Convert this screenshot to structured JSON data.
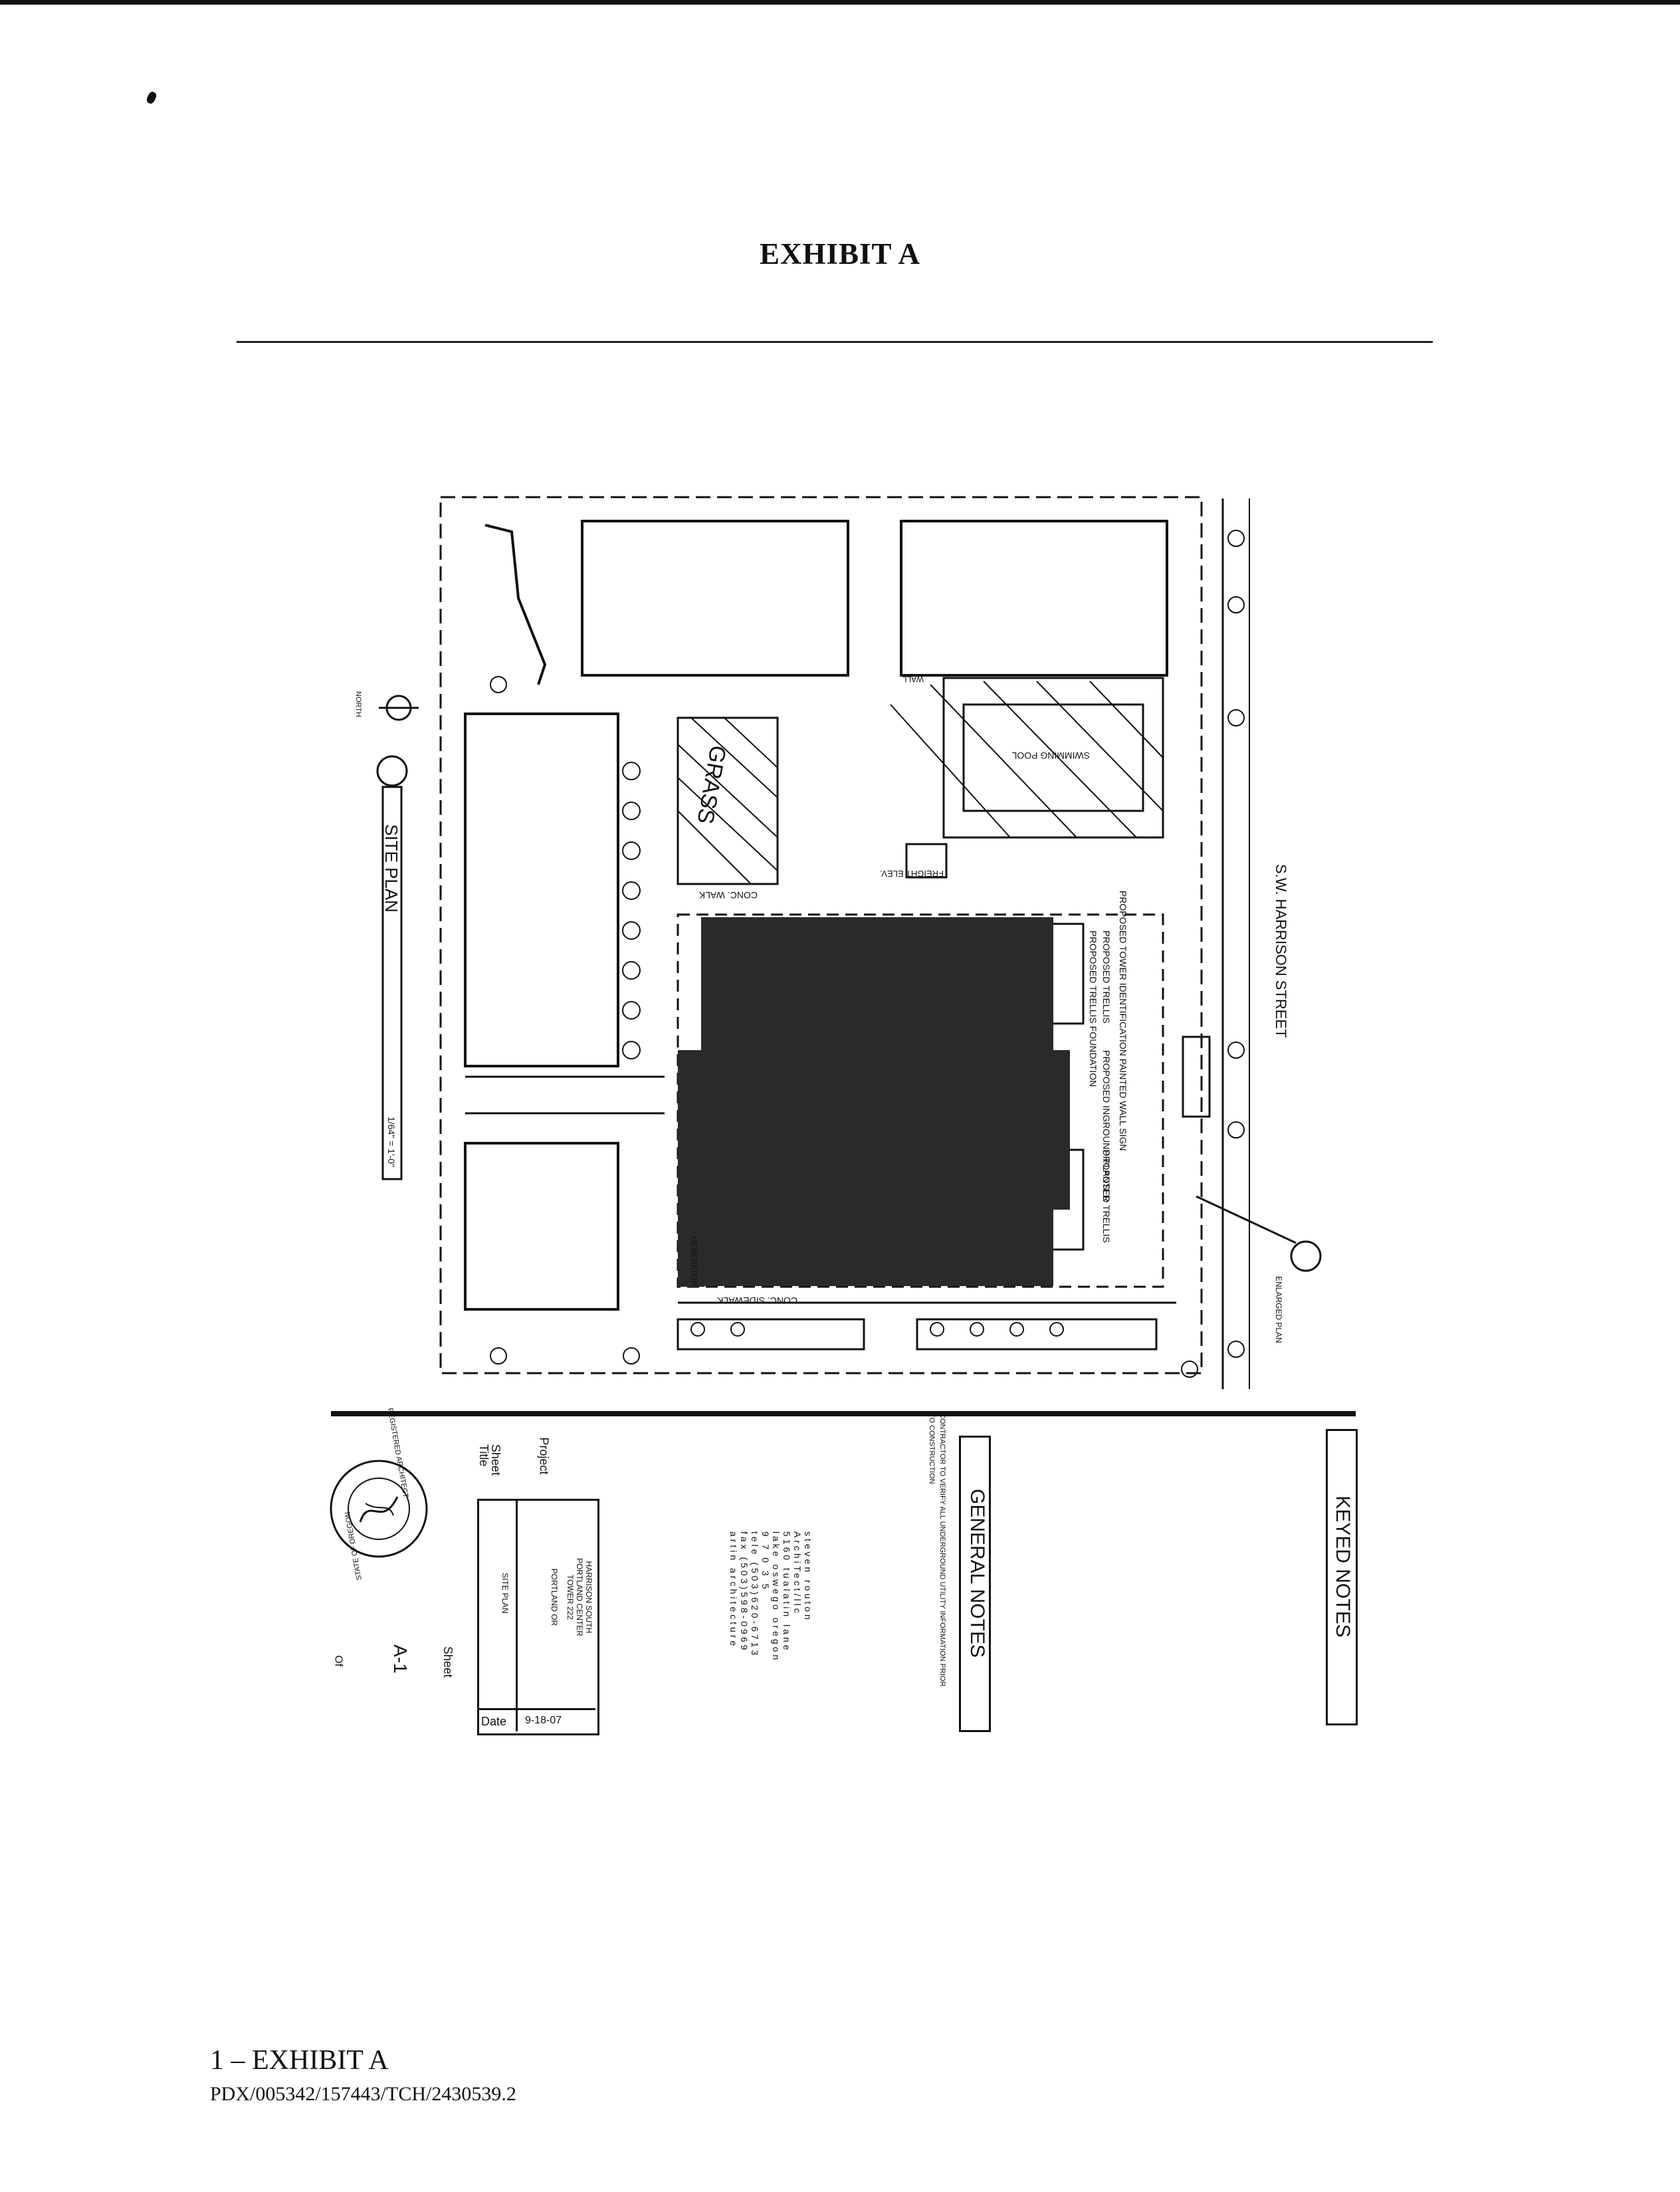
{
  "document": {
    "title": "EXHIBIT A",
    "footer_label": "1 – EXHIBIT A",
    "footer_ref": "PDX/005342/157443/TCH/2430539.2"
  },
  "site_plan": {
    "street_name": "S.W. HARRISON STREET",
    "labels": {
      "conc_walk": "CONC. WALK",
      "conc_sidewalk": "CONC. SIDEWALK",
      "wall": "WALL",
      "swimming_pool": "SWIMMING POOL",
      "grass": "GRASS",
      "freight_elev": "FREIGHT ELEV.",
      "proposed_trellis": "PROPOSED TRELLIS",
      "proposed_trellis_foundation": "PROPOSED TRELLIS FOUNDATION",
      "proposed_tower_identification": "PROPOSED TOWER IDENTIFICATION PAINTED WALL SIGN",
      "proposed_inground_planter": "PROPOSED INGROUND PLANTER",
      "generator": "GENERATOR",
      "site_plan_tag": "SITE PLAN",
      "scale": "1/64\" = 1'-0\"",
      "enlarged_plan": "ENLARGED PLAN",
      "north": "NORTH"
    }
  },
  "title_block": {
    "keyed_notes": "KEYED NOTES",
    "general_notes": "GENERAL NOTES",
    "general_note_1": "CONTRACTOR TO VERIFY ALL UNDERGROUND UTILITY INFORMATION PRIOR TO CONSTRUCTION",
    "architect_lines": [
      "steven routon",
      "ArchiTect/llc",
      "5160 tualatin lane",
      "lake oswego oregon",
      "9 7 0 3 5",
      "tele (503)620-6713",
      "fax (503)598-0969",
      "artin architecture"
    ],
    "project_label": "Project",
    "project_lines": [
      "HARRISON SOUTH",
      "PORTLAND CENTER",
      "TOWER 222",
      "PORTLAND OR"
    ],
    "sheet_title_label": "Sheet Title",
    "sheet_title": "SITE PLAN",
    "date_label": "Date",
    "date_value": "9-18-07",
    "sheet_label": "Sheet",
    "sheet_number": "A-1",
    "of_label": "Of",
    "stamp_text": "REGISTERED ARCHITECT",
    "stamp_state": "STATE OF OREGON"
  }
}
